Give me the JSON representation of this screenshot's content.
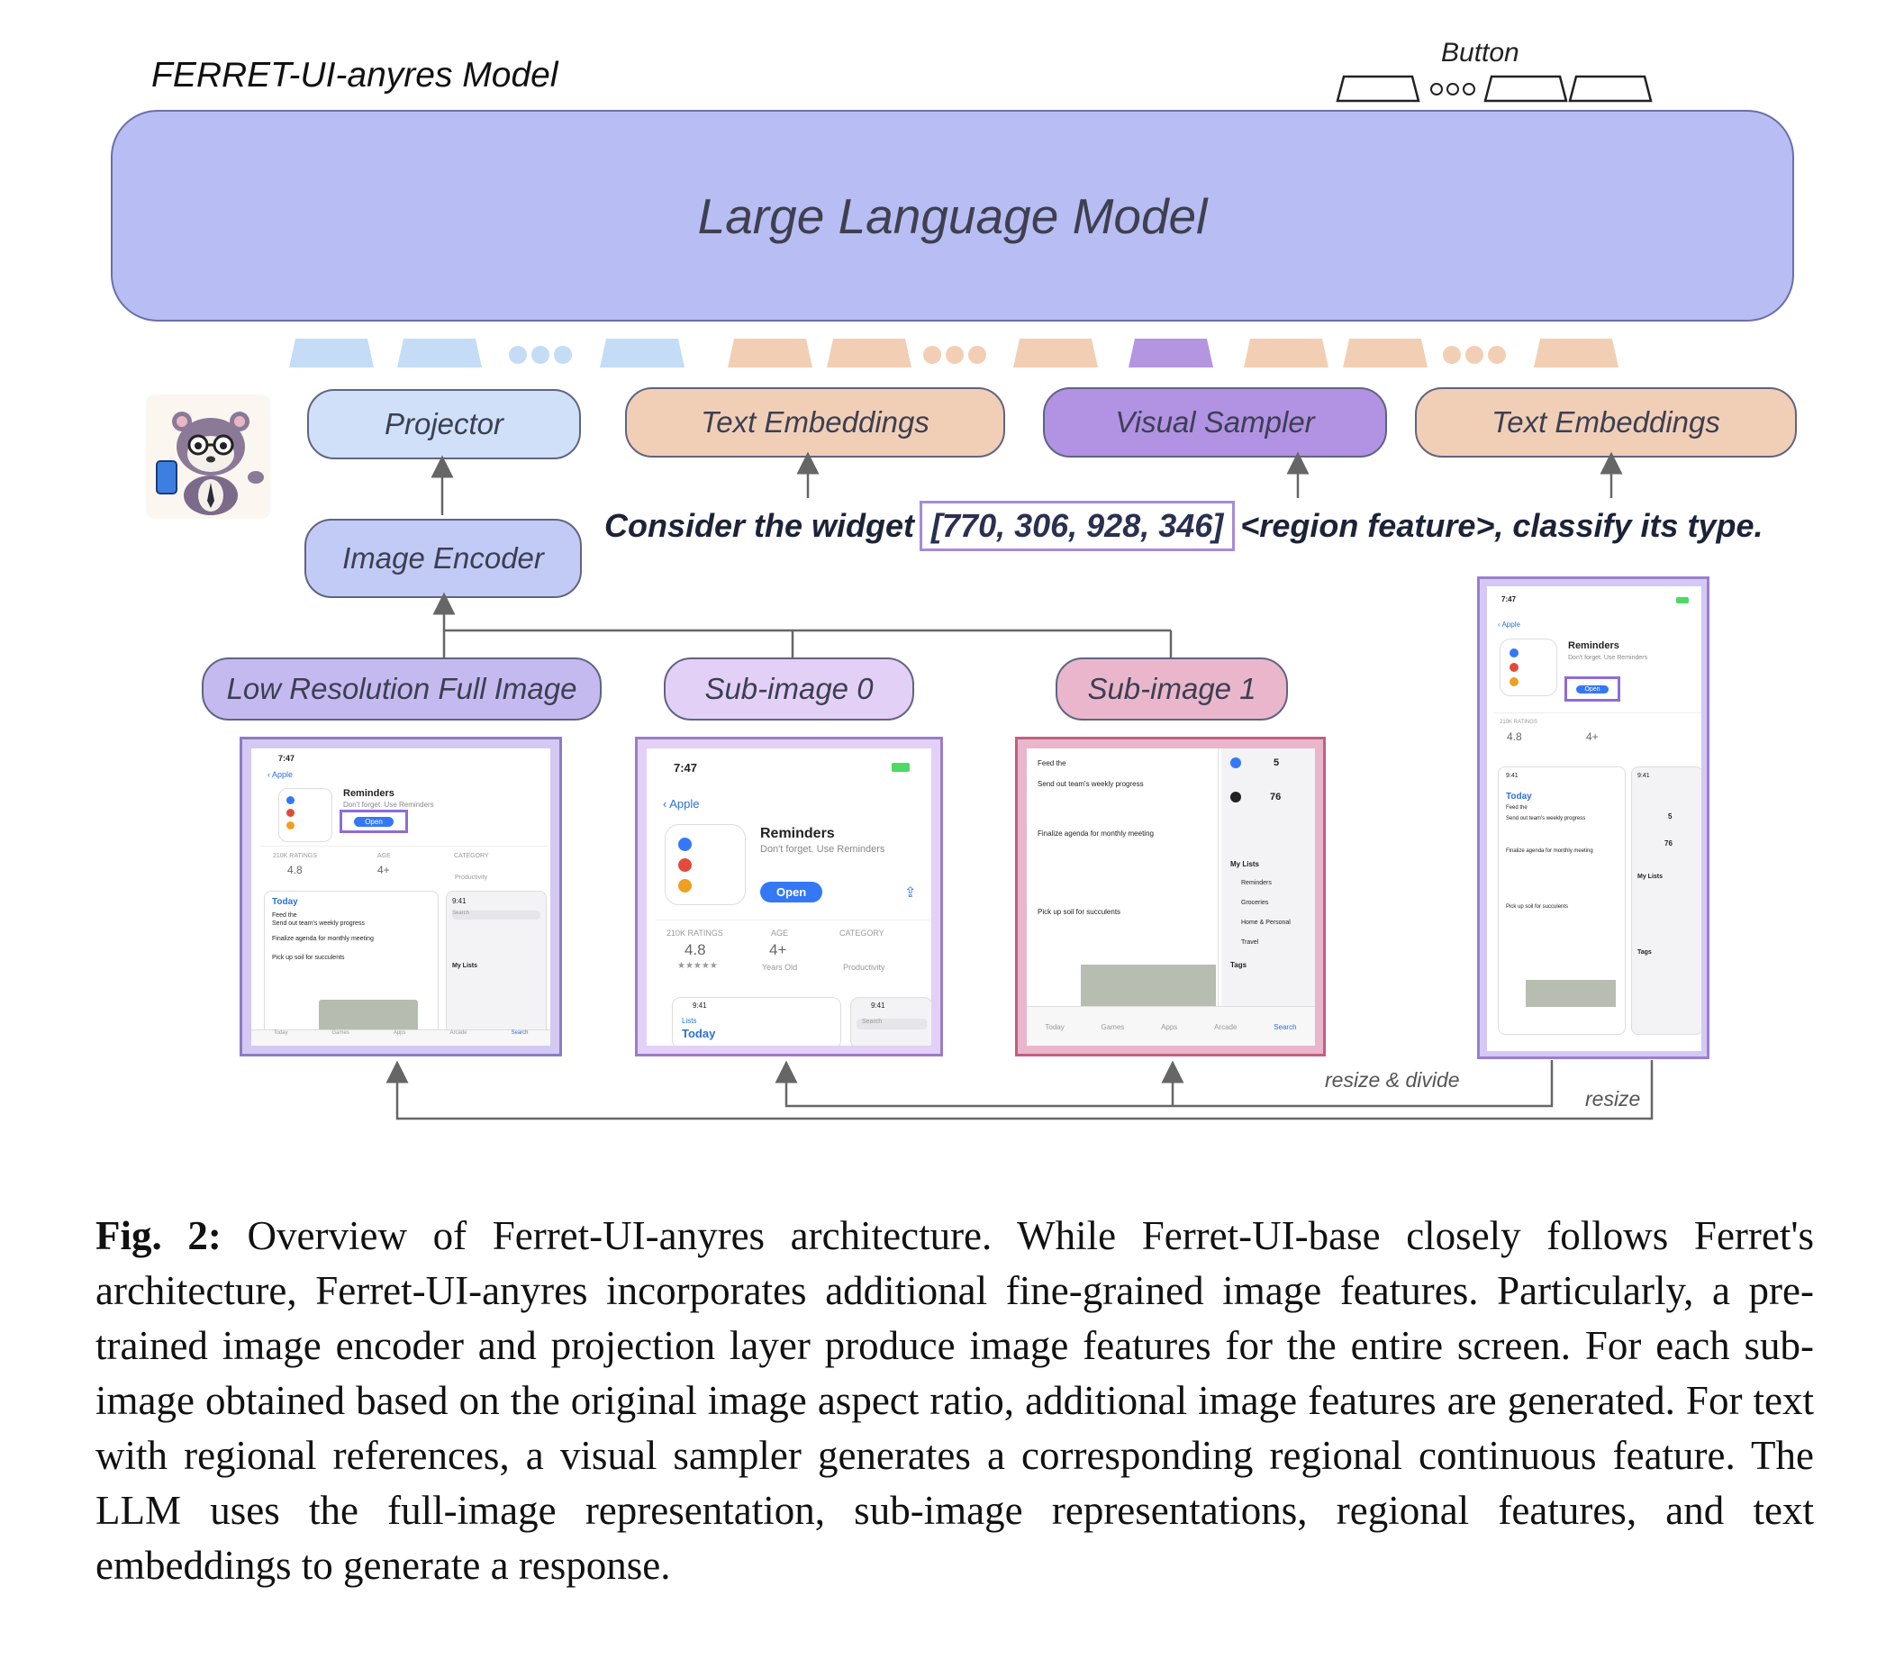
{
  "title": "FERRET-UI-anyres Model",
  "llm_label": "Large Language Model",
  "button_label": "Button",
  "modules": {
    "projector": "Projector",
    "image_encoder": "Image Encoder",
    "text_embeddings_1": "Text Embeddings",
    "visual_sampler": "Visual Sampler",
    "text_embeddings_2": "Text Embeddings"
  },
  "inputs": {
    "low_res": "Low Resolution Full Image",
    "sub0": "Sub-image 0",
    "sub1": "Sub-image 1"
  },
  "prompt": {
    "prefix": "Consider the widget",
    "coords": "[770, 306, 928, 346]",
    "suffix": "<region feature>, classify its type."
  },
  "notes": {
    "resize_divide": "resize & divide",
    "resize": "resize"
  },
  "phone_screen": {
    "time": "7:47",
    "back": "Apple",
    "app_name": "Reminders",
    "app_sub": "Don't forget. Use Reminders",
    "open": "Open",
    "ratings_label": "210K RATINGS",
    "rating": "4.8",
    "age_label": "AGE",
    "age": "4+",
    "age_sub": "Years Old",
    "category_label": "CATEGORY",
    "category_sub": "Productivity",
    "today": "Today",
    "lists": "Lists",
    "time2": "9:41",
    "search": "Search",
    "tasks": [
      "Feed the",
      "Send out team's weekly progress",
      "Finalize agenda for monthly meeting",
      "Pick up soil for succulents"
    ],
    "count_today": "5",
    "count_all": "76",
    "my_lists": "My Lists",
    "list_items": [
      "Reminders",
      "Groceries",
      "Home & Personal",
      "Travel"
    ],
    "tags": "Tags",
    "tabs": [
      "Today",
      "Games",
      "Apps",
      "Arcade",
      "Search"
    ]
  },
  "caption": {
    "label": "Fig. 2:",
    "text": "Overview of Ferret-UI-anyres architecture. While Ferret-UI-base closely follows Ferret's architecture, Ferret-UI-anyres incorporates additional fine-grained image features. Particularly, a pre-trained image encoder and projection layer produce image features for the entire screen. For each sub-image obtained based on the original image aspect ratio, additional image features are generated. For text with regional references, a visual sampler generates a corresponding regional continuous feature. The LLM uses the full-image representation, sub-image representations, regional features, and text embeddings to generate a response."
  },
  "colors": {
    "llm": "#b8bdf3",
    "projector": "#cfe0f8",
    "image_encoder": "#c2cbf6",
    "text_embeddings": "#f1cfb7",
    "visual_sampler": "#b192e3",
    "low_res": "#c5baf0",
    "sub0": "#e3d0f6",
    "sub1": "#eab6cc",
    "token_blue": "#c4dcf6",
    "token_orange": "#f2cfb4",
    "token_purple": "#b395e0"
  }
}
